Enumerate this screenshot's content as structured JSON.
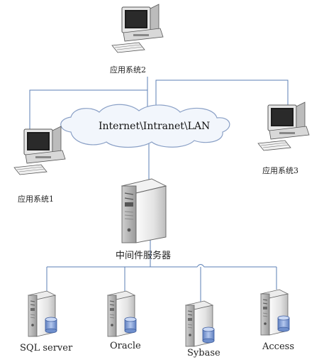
{
  "network_label": "Internet\\Intranet\\LAN",
  "clients": [
    {
      "label": "应用系统2",
      "icon": "desktop-computer-icon"
    },
    {
      "label": "应用系统1",
      "icon": "desktop-computer-icon"
    },
    {
      "label": "应用系统3",
      "icon": "desktop-computer-icon"
    }
  ],
  "middleware": {
    "label": "中间件服务器",
    "icon": "tower-server-icon"
  },
  "databases": [
    {
      "label": "SQL server",
      "icon": "database-server-icon"
    },
    {
      "label": "Oracle",
      "icon": "database-server-icon"
    },
    {
      "label": "Sybase",
      "icon": "database-server-icon"
    },
    {
      "label": "Access",
      "icon": "database-server-icon"
    }
  ],
  "colors": {
    "line": "#5b7fb5",
    "cloud_edge": "#8aa0c6",
    "cloud_fill": "#f2f6fc"
  }
}
